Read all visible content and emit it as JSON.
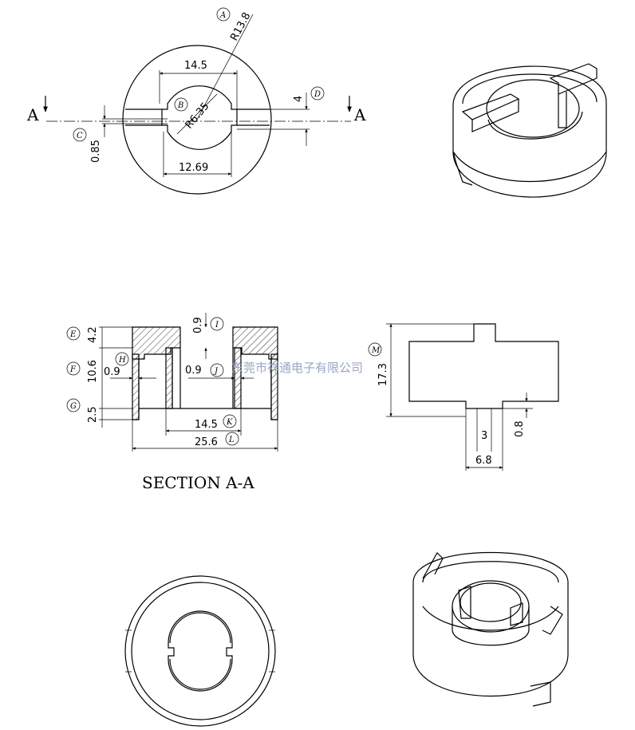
{
  "top_view": {
    "callout_r_outer": "A",
    "r_outer": "R13.8",
    "width_top": "14.5",
    "callout_r_inner": "B",
    "r_inner": "R6.35",
    "callout_slot_h": "D",
    "slot_h": "4",
    "callout_gap": "C",
    "gap": "0.85",
    "width_bottom": "12.69",
    "section_mark": "A"
  },
  "section": {
    "title": "SECTION A-A",
    "callout_top": "E",
    "top_h": "4.2",
    "callout_mid": "F",
    "mid_h": "10.6",
    "callout_bot": "G",
    "bot_h": "2.5",
    "callout_wall_l": "H",
    "wall_l": "0.9",
    "callout_tab": "I",
    "tab": "0.9",
    "callout_wall_r": "J",
    "wall_r": "0.9",
    "callout_inner_w": "K",
    "inner_w": "14.5",
    "callout_outer_w": "L",
    "outer_w": "25.6"
  },
  "side_view": {
    "callout_height": "M",
    "height": "17.3",
    "notch_w": "3",
    "notch_d": "0.8",
    "notch_span": "6.8"
  },
  "watermark": "东莞市祥通电子有限公司"
}
